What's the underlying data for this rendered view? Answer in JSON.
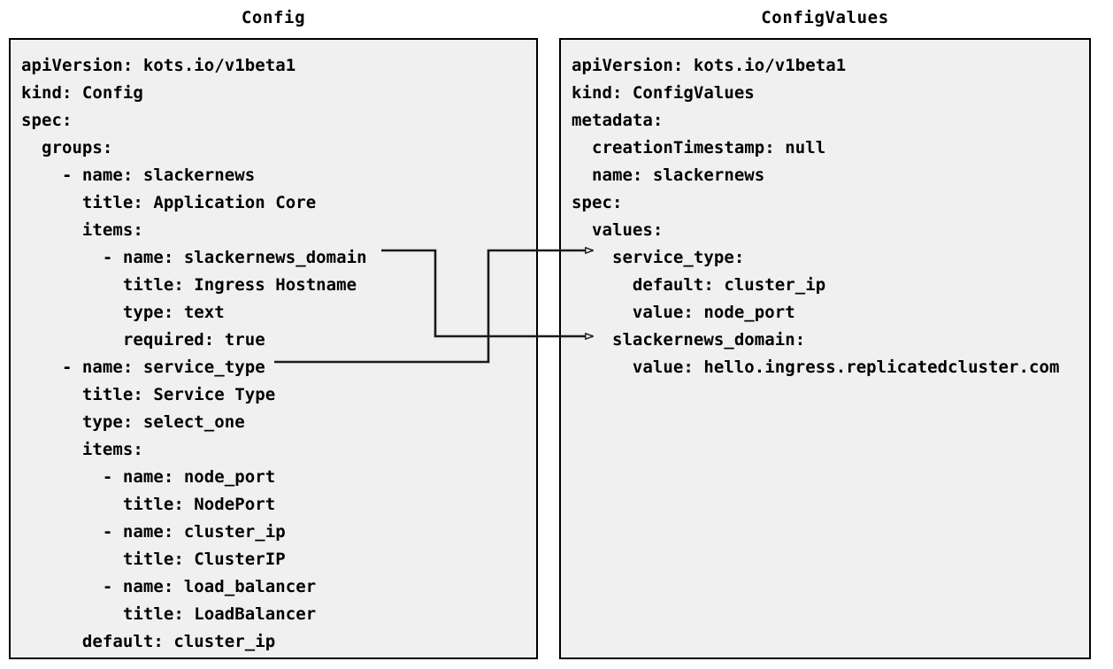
{
  "panels": {
    "config": {
      "title": "Config",
      "lines": [
        "apiVersion: kots.io/v1beta1",
        "kind: Config",
        "spec:",
        "  groups:",
        "    - name: slackernews",
        "      title: Application Core",
        "      items:",
        "        - name: slackernews_domain",
        "          title: Ingress Hostname",
        "          type: text",
        "          required: true",
        "    - name: service_type",
        "      title: Service Type",
        "      type: select_one",
        "      items:",
        "        - name: node_port",
        "          title: NodePort",
        "        - name: cluster_ip",
        "          title: ClusterIP",
        "        - name: load_balancer",
        "          title: LoadBalancer",
        "      default: cluster_ip"
      ]
    },
    "configvalues": {
      "title": "ConfigValues",
      "lines": [
        "apiVersion: kots.io/v1beta1",
        "kind: ConfigValues",
        "metadata:",
        "  creationTimestamp: null",
        "  name: slackernews",
        "spec:",
        "  values:",
        "    service_type:",
        "      default: cluster_ip",
        "      value: node_port",
        "    slackernews_domain:",
        "      value: hello.ingress.replicatedcluster.com"
      ]
    }
  },
  "connectors": [
    {
      "name": "slackernews-domain-link",
      "from_label": "slackernews_domain",
      "to_label": "slackernews_domain:"
    },
    {
      "name": "service-type-link",
      "from_label": "service_type",
      "to_label": "service_type:"
    }
  ],
  "colors": {
    "panel_background": "#f0f0f0",
    "border": "#000000",
    "text": "#000000",
    "connector": "#1a1a1a",
    "page_background": "#ffffff"
  }
}
